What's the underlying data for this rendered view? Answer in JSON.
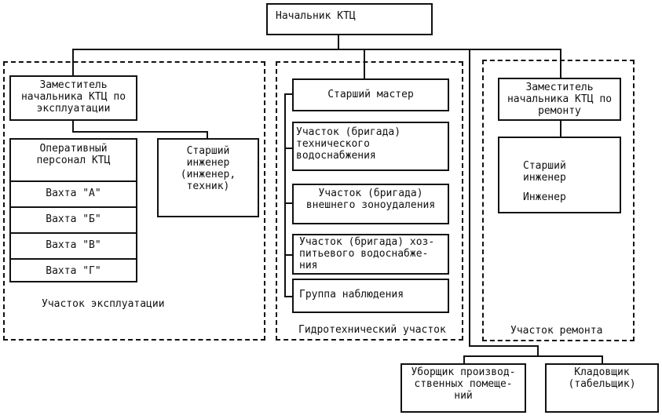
{
  "diagram": {
    "root": {
      "label": "Начальник КТЦ"
    },
    "sections": {
      "operations": {
        "title": "Участок эксплуатации",
        "deputy": "Заместитель\nначальника КТЦ по\nэксплуатации",
        "operative_staff": {
          "label": "Оперативный\nперсонал КТЦ",
          "shifts": [
            "Вахта \"А\"",
            "Вахта \"Б\"",
            "Вахта \"В\"",
            "Вахта \"Г\""
          ]
        },
        "senior_engineer": "Старший\nинженер\n(инженер,\nтехник)"
      },
      "hydro": {
        "title": "Гидротехнический участок",
        "senior_master": "Старший мастер",
        "units": [
          "Участок (бригада)\nтехнического\nводоснабжения",
          "Участок (бригада)\nвнешнего зоноудаления",
          "Участок (бригада) хоз-\nпитьевого водоснабже-\nния",
          "Группа наблюдения"
        ]
      },
      "repair": {
        "title": "Участок ремонта",
        "deputy": "Заместитель\nначальника КТЦ по\nремонту",
        "staff": [
          "Старший\nинженер",
          "Инженер"
        ]
      }
    },
    "support": [
      "Уборщик производ-\nственных помеще-\nний",
      "Кладовщик\n(табельщик)"
    ]
  }
}
